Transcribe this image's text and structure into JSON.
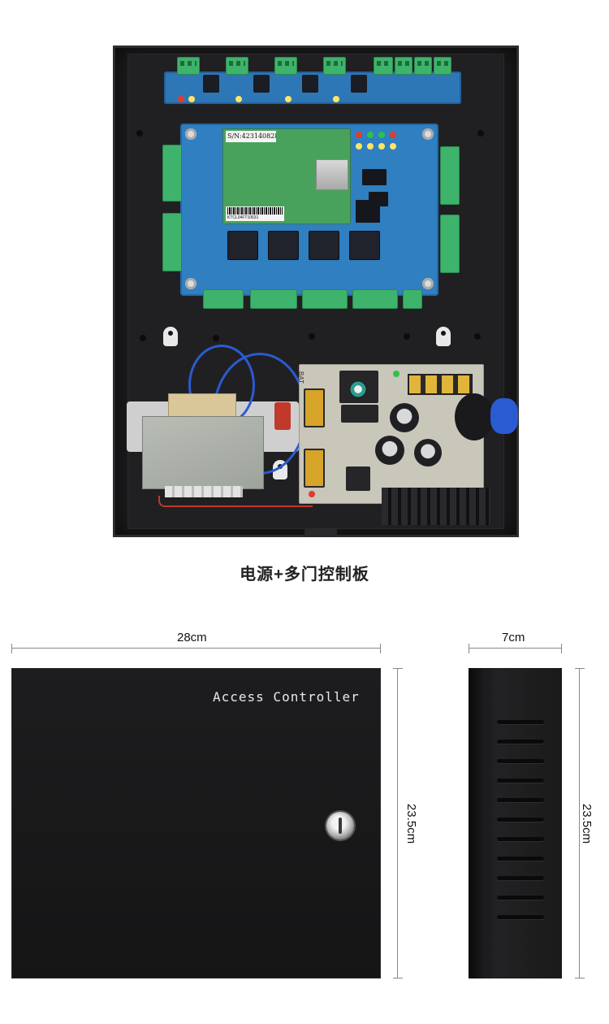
{
  "photo": {
    "serial_label": "S/N:423140828",
    "barcode_text": "KTCL04FT10631",
    "psu_text": "BAT"
  },
  "caption": "电源+多门控制板",
  "front_view": {
    "label": "Access Controller",
    "width_dim": "28cm",
    "height_dim": "23.5cm"
  },
  "side_view": {
    "depth_dim": "7cm",
    "height_dim": "23.5cm"
  },
  "colors": {
    "pcb_blue": "#2f7fc1",
    "terminal_green": "#3eb36b",
    "enclosure_black": "#1b1b1d",
    "wire_blue": "#2b5bd1"
  }
}
